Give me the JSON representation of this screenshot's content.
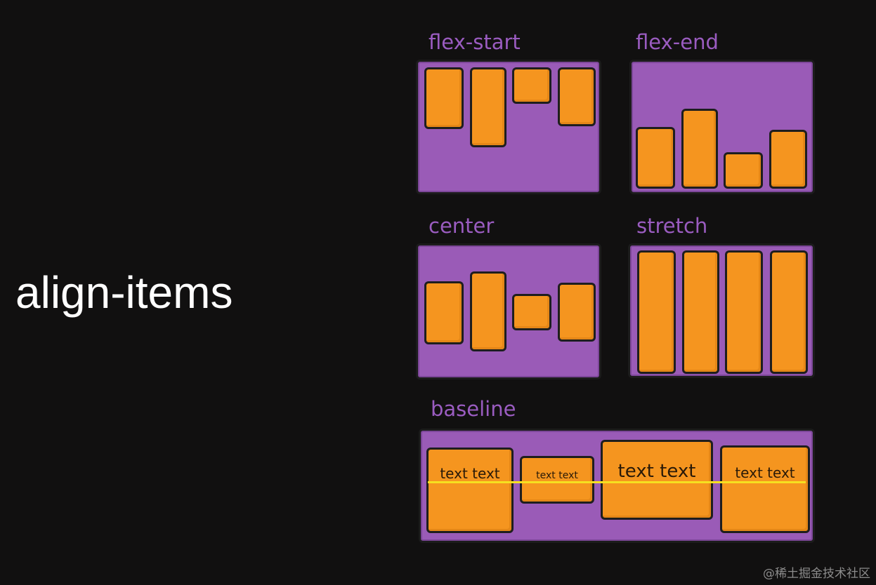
{
  "title": "align-items",
  "panels": {
    "flex_start": {
      "label": "flex-start"
    },
    "flex_end": {
      "label": "flex-end"
    },
    "center": {
      "label": "center"
    },
    "stretch": {
      "label": "stretch"
    },
    "baseline": {
      "label": "baseline",
      "items": [
        {
          "text": "text text"
        },
        {
          "text": "text text"
        },
        {
          "text": "text text"
        },
        {
          "text": "text text"
        }
      ]
    }
  },
  "watermark": "@稀土掘金技术社区",
  "colors": {
    "background": "#111010",
    "panel": "#9a5bb7",
    "label": "#9a5cc0",
    "item": "#f5951f",
    "baseline_line": "#f6e020"
  }
}
